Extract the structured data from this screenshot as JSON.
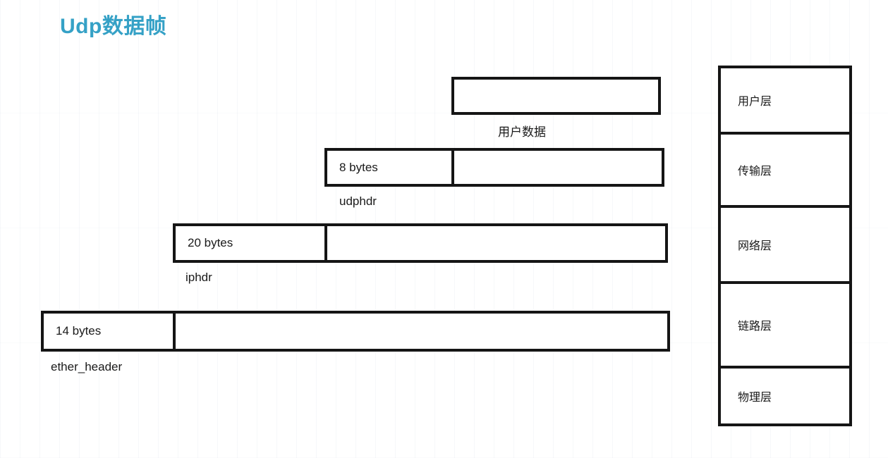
{
  "title": "Udp数据帧",
  "colors": {
    "accent": "#35a1c6",
    "line": "#151515"
  },
  "frames": [
    {
      "name": "user-data",
      "header": "",
      "caption": "用户数据"
    },
    {
      "name": "udp",
      "header": "8 bytes",
      "caption": "udphdr"
    },
    {
      "name": "ip",
      "header": "20 bytes",
      "caption": "iphdr"
    },
    {
      "name": "ethernet",
      "header": "14 bytes",
      "caption": "ether_header"
    }
  ],
  "layers": [
    {
      "label": "用户层"
    },
    {
      "label": "传输层"
    },
    {
      "label": "网络层"
    },
    {
      "label": "链路层"
    },
    {
      "label": "物理层"
    }
  ]
}
